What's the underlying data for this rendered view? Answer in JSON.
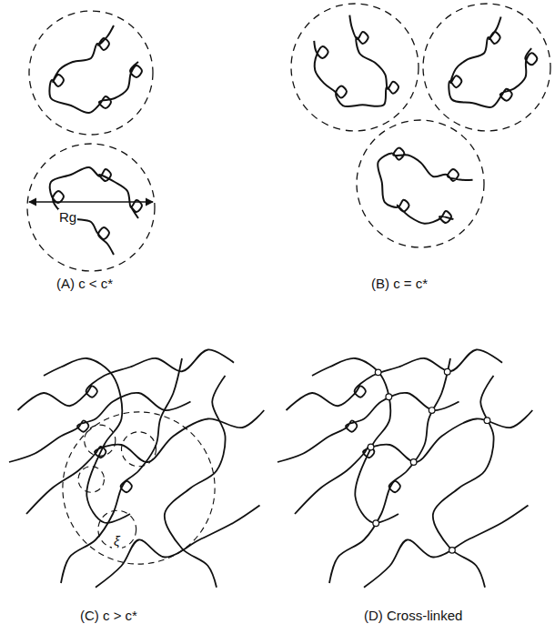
{
  "diagram": {
    "nodes": [
      {
        "text": [
          "Rg"
        ]
      }
    ],
    "labels": [
      "(A) c < c*",
      "(B) c = c*",
      "ξ",
      "(C) c > c*",
      "(D) Cross-linked"
    ]
  }
}
